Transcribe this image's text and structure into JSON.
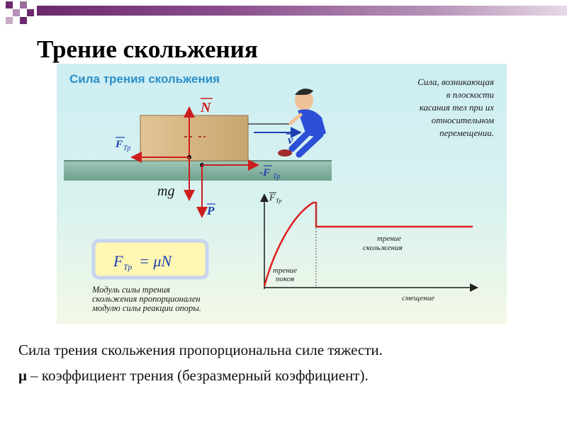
{
  "slide": {
    "title": "Трение скольжения",
    "figure": {
      "heading": "Сила трения скольжения",
      "definition": [
        "Сила, возникающая",
        "в плоскости",
        "касания тел при их",
        "относительном",
        "перемещении."
      ],
      "labels": {
        "N": "N",
        "v": "v",
        "F": "F",
        "tr": "Тр",
        "minus_F": "-F",
        "mg": "mg",
        "P": "P"
      },
      "formula": {
        "lhs": "F",
        "sub": "Тр",
        "rhs": "= μN"
      },
      "formula_caption": [
        "Модуль силы трения",
        "скольжения пропорционален",
        "модулю силы реакции опоры."
      ],
      "graph": {
        "y_label_main": "F",
        "y_label_sub": "Тр",
        "static_label": [
          "трение",
          "покоя"
        ],
        "sliding_label": [
          "трение",
          "скольжения"
        ],
        "x_label": "смещение"
      }
    },
    "text": {
      "line1": "Сила трения скольжения пропорциональна силе тяжести.",
      "mu_symbol": "μ",
      "line2": " – коэффициент трения (безразмерный коэффициент)."
    },
    "colors": {
      "accent_purple": "#6b2a6e",
      "arrow_red": "#cc1e1e",
      "graph_red": "#e02020",
      "heading_blue": "#2b8fc9",
      "box_tan": "#d9b98a"
    }
  }
}
